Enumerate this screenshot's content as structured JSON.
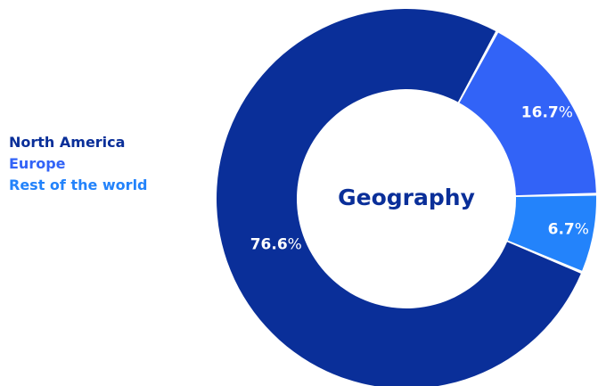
{
  "chart_data": {
    "type": "pie",
    "title": "Geography",
    "categories": [
      "North America",
      "Europe",
      "Rest of the world"
    ],
    "values": [
      76.6,
      16.7,
      6.7
    ],
    "value_labels": [
      "76.6",
      "16.7",
      "6.7"
    ],
    "unit": "%",
    "colors": [
      "#0a2f99",
      "#3263f7",
      "#2383fb"
    ],
    "legend_colors": [
      "#0a2f99",
      "#3263f7",
      "#2383fb"
    ],
    "legend_position": "left"
  }
}
